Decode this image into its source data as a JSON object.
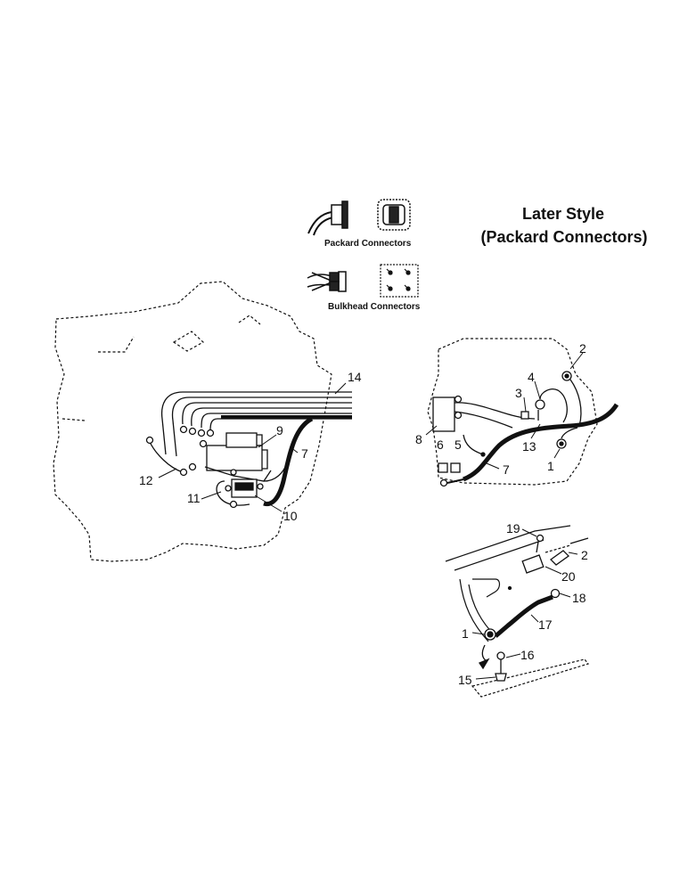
{
  "title": {
    "line1": "Later Style",
    "line2": "(Packard Connectors)"
  },
  "legend": {
    "packard_caption": "Packard Connectors",
    "bulkhead_caption": "Bulkhead Connectors"
  },
  "callouts": {
    "left": [
      "14",
      "9",
      "7",
      "12",
      "11",
      "10"
    ],
    "right": [
      "2",
      "4",
      "3",
      "8",
      "6",
      "5",
      "13",
      "1",
      "7"
    ],
    "bottom": [
      "19",
      "2",
      "20",
      "18",
      "17",
      "1",
      "16",
      "15"
    ]
  },
  "colors": {
    "line": "#111111",
    "background": "#ffffff"
  }
}
